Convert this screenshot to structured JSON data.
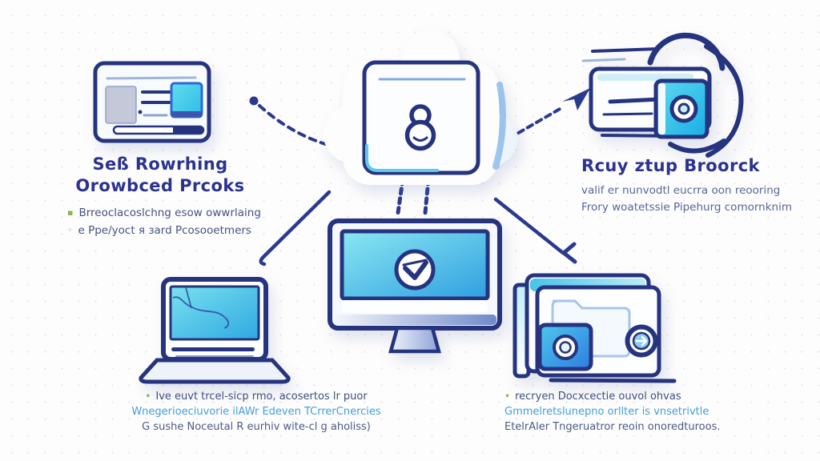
{
  "colors": {
    "outline_navy": "#26347f",
    "heading_navy": "#2b3390",
    "body_text": "#56659a",
    "caption_blue": "#3f9fd8",
    "bullet_green": "#86b84a",
    "screen_cyan": "#35b4e6",
    "screen_cyan_light": "#8ee7f3",
    "background": "#fefdfd"
  },
  "icons": {
    "cloud_lock": "keyhole-lock-icon",
    "monitor_badge": "check-badge-icon",
    "proxy_slider": "toggle-slider-icon",
    "proxy_shackle": "padlock-shackle-icon",
    "tile_badge": "fingerprint-circle-icon",
    "card_globe": "globe-arrow-icon",
    "flow_arrow": "paper-plane-arrowhead",
    "flow_chevron": "left-chevron-arrowhead"
  },
  "top_left_section": {
    "heading_line1": "Seß Rowrhing",
    "heading_line2": "Orowbced Prcoks",
    "bullets": [
      {
        "marker": "▪",
        "text": "Brreoclacoslchng esow owwrlaing"
      },
      {
        "marker": "◦",
        "text": "e  Ppe/yoct я зard Pcosooetmers"
      }
    ]
  },
  "top_right_section": {
    "heading": "Rcuy ztup Broorck",
    "lines": [
      "valif er nunvodtl eucrra oon reooring",
      "Frory woatetssie Pipehurg comornknim"
    ]
  },
  "bottom_left_caption": {
    "marker": "•",
    "lines": [
      "Ive euvt trcel-sicp rmo, acosertos lr puor",
      "Wnegerioeciuvorie ilAWr Edeven TCrrerCnercies",
      "G sushe Noceutal R eurhiv wite-cl g aholiss)"
    ]
  },
  "bottom_right_caption": {
    "marker": "•",
    "lines": [
      "recryen Docxcectie ouvol ohvas",
      "Gmmelretslunepno orllter is vnsetrivtle",
      "EtelrAler Tngeruatror reoin onoredturoos."
    ]
  }
}
